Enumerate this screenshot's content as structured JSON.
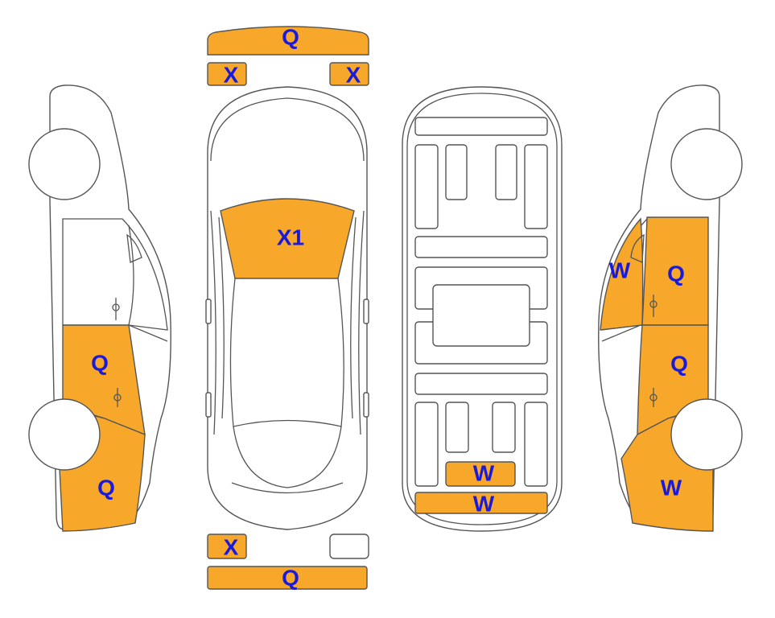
{
  "colors": {
    "marked_fill": "#f7a82a",
    "code_text": "#1a1adc",
    "outline": "#555555"
  },
  "views": {
    "front": {
      "bumper_code": "Q",
      "left_lamp_code": "X",
      "right_lamp_code": "X",
      "windshield_code": "X1"
    },
    "rear": {
      "left_lamp_code": "X",
      "bumper_code": "Q"
    },
    "interior": {
      "rear_panel_code": "W",
      "rear_floor_code": "W"
    },
    "left_side": {
      "front_door_code": "Q",
      "rear_quarter_code": "Q"
    },
    "right_side": {
      "pillar_code": "W",
      "front_door_code": "Q",
      "rear_door_code": "Q",
      "rear_quarter_code": "W"
    }
  }
}
